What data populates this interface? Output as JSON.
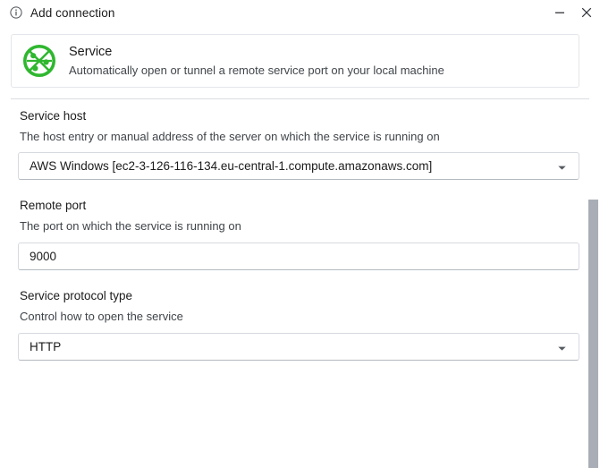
{
  "window": {
    "title": "Add connection",
    "title_icon": "info-circle-icon",
    "minimize_label": "–",
    "close_label": "✕"
  },
  "service_card": {
    "icon": "network-service-globe-icon",
    "icon_color": "#2fb72f",
    "title": "Service",
    "description": "Automatically open or tunnel a remote service port on your local machine"
  },
  "fields": [
    {
      "name": "service-host",
      "label": "Service host",
      "description": "The host entry or manual address of the server on which the service is running on",
      "control_type": "dropdown",
      "value": "AWS Windows [ec2-3-126-116-134.eu-central-1.compute.amazonaws.com]",
      "chevron_icon": "chevron-down-icon"
    },
    {
      "name": "remote-port",
      "label": "Remote port",
      "description": "The port on which the service is running on",
      "control_type": "textbox",
      "value": "9000"
    },
    {
      "name": "service-protocol-type",
      "label": "Service protocol type",
      "description": "Control how to open the service",
      "control_type": "dropdown",
      "value": "HTTP",
      "chevron_icon": "chevron-down-icon"
    }
  ],
  "scrollbar": {
    "name": "vertical-scrollbar",
    "thumb_color": "#a9aeb6"
  },
  "colors": {
    "accent_green": "#2fb72f",
    "text_primary": "#1b1b1b",
    "text_secondary": "#3f4449",
    "border": "#d6dadf",
    "background": "#ffffff"
  }
}
